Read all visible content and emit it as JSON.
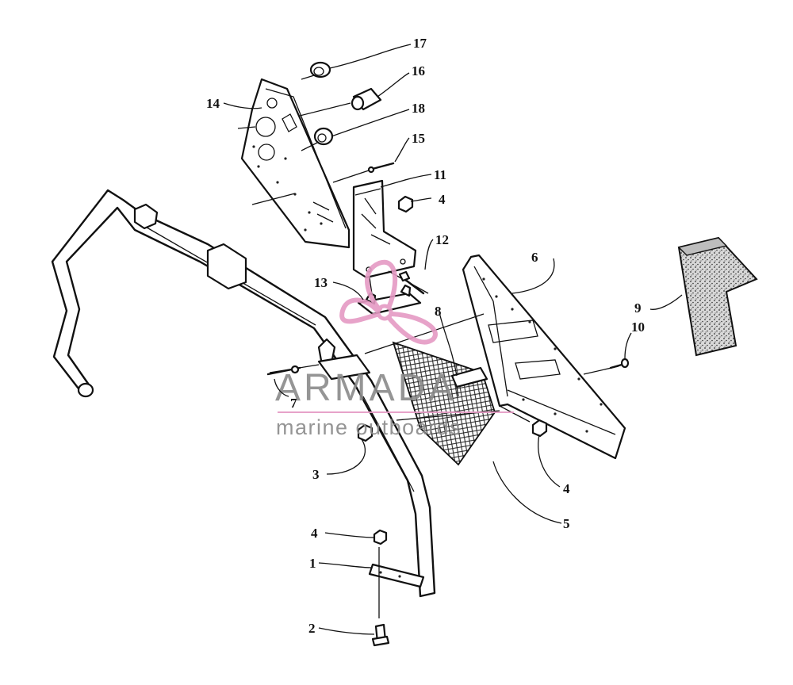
{
  "watermark": {
    "brand": "ARMADA",
    "tagline": "marine outboards",
    "color": "#e59ac4",
    "text_color": "#8a8a8a"
  },
  "callouts": [
    "17",
    "16",
    "14",
    "18",
    "15",
    "11",
    "4",
    "12",
    "6",
    "13",
    "8",
    "9",
    "10",
    "7",
    "3",
    "4",
    "5",
    "4",
    "1",
    "2"
  ]
}
